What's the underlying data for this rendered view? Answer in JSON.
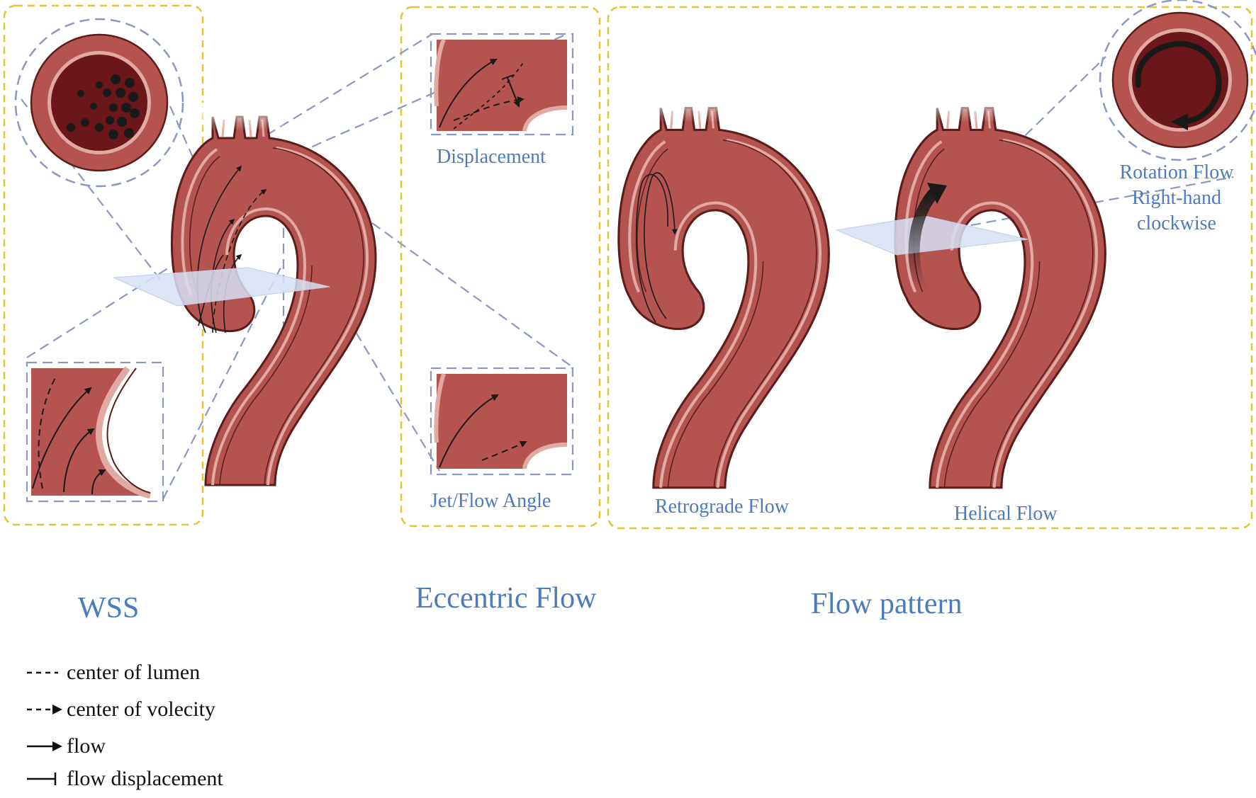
{
  "labels": {
    "displacement": "Displacement",
    "jet_angle": "Jet/Flow Angle",
    "retrograde": "Retrograde Flow",
    "helical": "Helical Flow",
    "rotation_l1": "Rotation Flow",
    "rotation_l2": "Right-hand",
    "rotation_l3": "clockwise"
  },
  "sections": {
    "wss": "WSS",
    "eccentric": "Eccentric Flow",
    "pattern": "Flow pattern"
  },
  "legend": [
    {
      "style": "dashed-line",
      "label": "center of lumen"
    },
    {
      "style": "dashed-arrow",
      "label": "center of volecity"
    },
    {
      "style": "solid-arrow",
      "label": "flow"
    },
    {
      "style": "bar-end",
      "label": "flow displacement"
    }
  ],
  "colors": {
    "vessel": "#b5534f",
    "vessel_edge": "#5a1d1c",
    "wall_light": "#e0a9a2",
    "lumen_dark": "#6b1618",
    "frame": "#e2c631",
    "zoom": "#8a97c2",
    "text_blue": "#4a7bbd"
  }
}
